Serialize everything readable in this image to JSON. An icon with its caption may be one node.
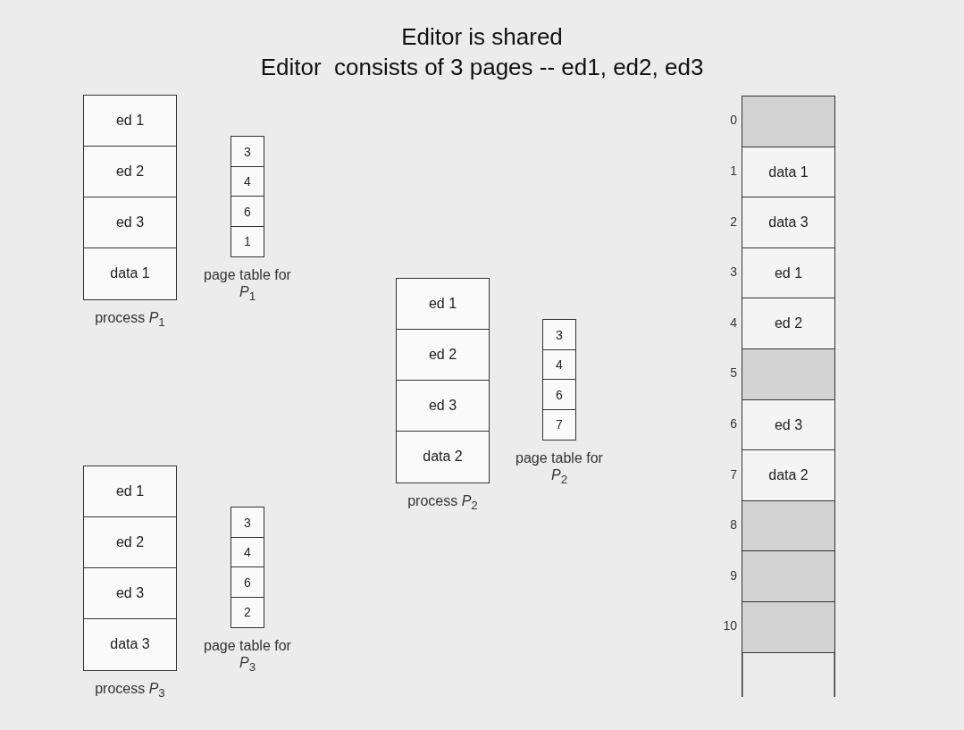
{
  "diagram": {
    "title": "Editor is shared",
    "nodes": [
      {
        "text": [
          "process *P*$_{1}$"
        ]
      },
      {
        "text": [
          "ed 1"
        ],
        "in": 0
      },
      {
        "text": [
          "ed 2"
        ],
        "in": 0
      },
      {
        "text": [
          "ed 3"
        ],
        "in": 0
      },
      {
        "text": [
          "data 1"
        ],
        "in": 0
      },
      {
        "text": [
          "page table for *P*$_{1}$"
        ]
      },
      {
        "text": [
          "3"
        ],
        "in": 5
      },
      {
        "text": [
          "4"
        ],
        "in": 5
      },
      {
        "text": [
          "6"
        ],
        "in": 5
      },
      {
        "text": [
          "1"
        ],
        "in": 5
      },
      {
        "text": [
          "process *P*$_{2}$"
        ]
      },
      {
        "text": [
          "ed 1"
        ],
        "in": 10
      },
      {
        "text": [
          "ed 2"
        ],
        "in": 10
      },
      {
        "text": [
          "ed 3"
        ],
        "in": 10
      },
      {
        "text": [
          "data 2"
        ],
        "in": 10
      },
      {
        "text": [
          "page table for *P*$_{2}$"
        ]
      },
      {
        "text": [
          "3"
        ],
        "in": 15
      },
      {
        "text": [
          "4"
        ],
        "in": 15
      },
      {
        "text": [
          "6"
        ],
        "in": 15
      },
      {
        "text": [
          "7"
        ],
        "in": 15
      },
      {
        "text": [
          "process *P*$_{3}$"
        ]
      },
      {
        "text": [
          "ed 1"
        ],
        "in": 20
      },
      {
        "text": [
          "ed 2"
        ],
        "in": 20
      },
      {
        "text": [
          "ed 3"
        ],
        "in": 20
      },
      {
        "text": [
          "data 3"
        ],
        "in": 20
      },
      {
        "text": [
          "page table for *P*$_{3}$"
        ]
      },
      {
        "text": [
          "3"
        ],
        "in": 25
      },
      {
        "text": [
          "4"
        ],
        "in": 25
      },
      {
        "text": [
          "6"
        ],
        "in": 25
      },
      {
        "text": [
          "2"
        ],
        "in": 25
      },
      {
        "text": [],
        "shape": "box",
        "beside": [
          "0"
        ]
      },
      {
        "text": [
          "data 1"
        ],
        "beside": [
          "1"
        ]
      },
      {
        "text": [
          "data 3"
        ],
        "beside": [
          "2"
        ]
      },
      {
        "text": [
          "ed 1"
        ],
        "beside": [
          "3"
        ]
      },
      {
        "text": [
          "ed 2"
        ],
        "beside": [
          "4"
        ]
      },
      {
        "text": [],
        "shape": "box",
        "beside": [
          "5"
        ]
      },
      {
        "text": [
          "ed 3"
        ],
        "beside": [
          "6"
        ]
      },
      {
        "text": [
          "data 2"
        ],
        "beside": [
          "7"
        ]
      },
      {
        "text": [],
        "shape": "box",
        "beside": [
          "8"
        ]
      },
      {
        "text": [],
        "shape": "box",
        "beside": [
          "9"
        ]
      },
      {
        "text": [],
        "shape": "box",
        "beside": [
          "10"
        ]
      }
    ],
    "edges": [],
    "labels": [
      "Editor  consists of 3 pages -- ed1, ed2, ed3"
    ]
  }
}
